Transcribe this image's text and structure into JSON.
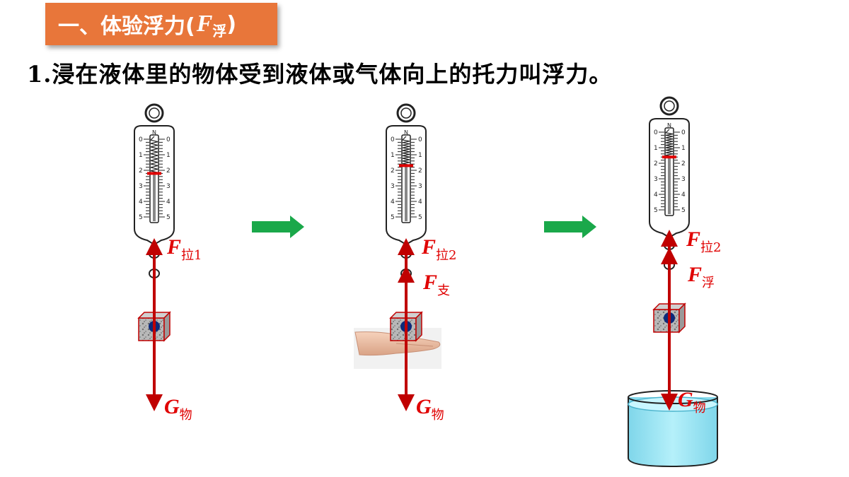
{
  "title": {
    "prefix": "一、体验浮力(",
    "symbol": "F",
    "subscript": "浮",
    "suffix": ")"
  },
  "definition": "1.浸在液体里的物体受到液体或气体向上的托力叫浮力。",
  "scale": {
    "unit": "N",
    "ticks": [
      "0",
      "1",
      "2",
      "3",
      "4",
      "5"
    ]
  },
  "colors": {
    "title_bg": "#e8763a",
    "arrow_force": "#c00000",
    "arrow_step": "#1aa84a",
    "label": "#e00000",
    "water": "#9fe8f5"
  },
  "icons": {
    "step": "green-arrow-icon",
    "hand": "hand-icon",
    "beaker": "beaker-icon",
    "block": "stone-block-icon"
  },
  "panels": [
    {
      "reading": 2.2,
      "labels": [
        {
          "sym": "F",
          "sub": "拉1"
        },
        {
          "sym": "G",
          "sub": "物"
        }
      ]
    },
    {
      "reading": 1.7,
      "labels": [
        {
          "sym": "F",
          "sub": "拉2"
        },
        {
          "sym": "F",
          "sub": "支"
        },
        {
          "sym": "G",
          "sub": "物"
        }
      ]
    },
    {
      "reading": 1.6,
      "labels": [
        {
          "sym": "F",
          "sub": "拉2"
        },
        {
          "sym": "F",
          "sub": "浮"
        },
        {
          "sym": "G",
          "sub": "物"
        }
      ]
    }
  ]
}
